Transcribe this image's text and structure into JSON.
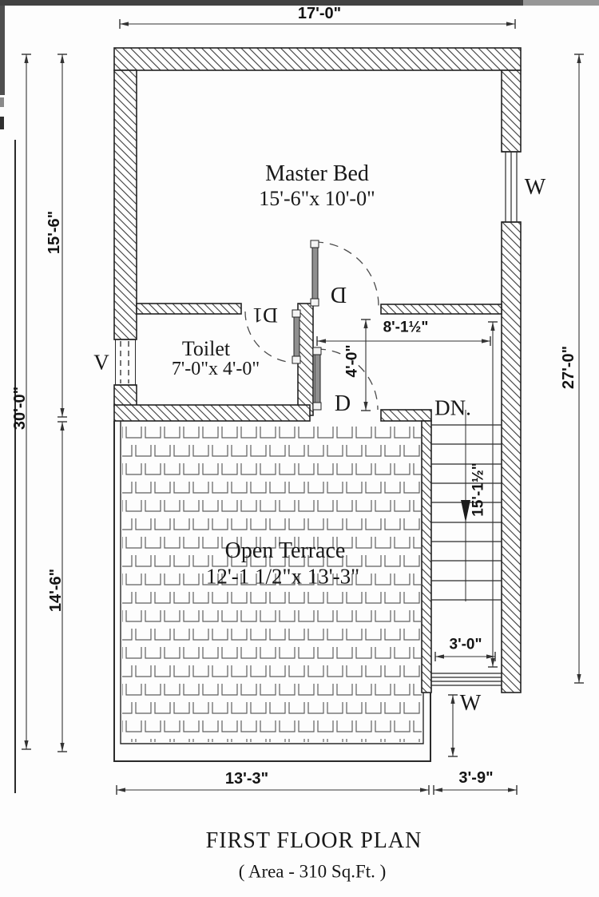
{
  "title": {
    "main": "FIRST FLOOR PLAN",
    "sub": "( Area - 310 Sq.Ft. )"
  },
  "rooms": {
    "master_bed": {
      "name": "Master Bed",
      "size": "15'-6\"x 10'-0\""
    },
    "toilet": {
      "name": "Toilet",
      "size": "7'-0\"x 4'-0\""
    },
    "terrace": {
      "name": "Open Terrace",
      "size": "12'-1 1/2\"x 13'-3\""
    }
  },
  "stairs": {
    "down_label": "DN.",
    "run_dimension": "15'-1½\"",
    "width_dimension": "3'-0\""
  },
  "openings": {
    "door": "D",
    "door1": "D1",
    "window": "W",
    "vent": "V"
  },
  "dimensions": {
    "top_width": "17'-0\"",
    "left_total": "30'-0\"",
    "left_upper": "15'-6\"",
    "left_lower": "14'-6\"",
    "right_height": "27'-0\"",
    "passage_width": "8'-1½\"",
    "passage_depth": "4'-0\"",
    "bottom_left": "13'-3\"",
    "bottom_right": "3'-9\""
  },
  "colors": {
    "line": "#2a2a2a",
    "dimension_line": "#333333",
    "hatch": "#3a3a3a"
  }
}
